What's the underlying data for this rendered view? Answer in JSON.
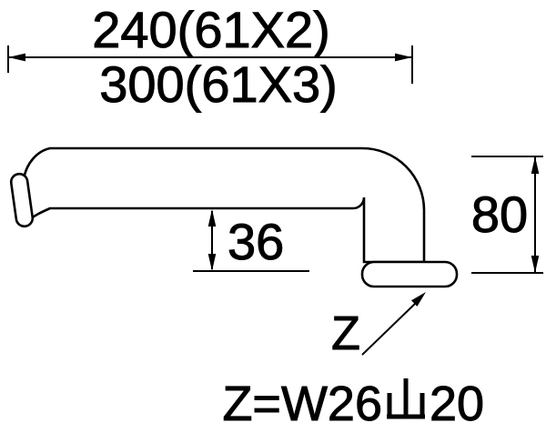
{
  "colors": {
    "line": "#000000",
    "background": "#ffffff"
  },
  "diagram": {
    "type": "technical-drawing",
    "subject": "bent-swivel-spout-pipe",
    "labels": {
      "length_option_1": "240(61X2)",
      "length_option_2": "300(61X3)",
      "tip_height": "36",
      "bend_height": "80",
      "thread_pointer": "Z",
      "thread_spec_full": "Z=W26山20",
      "thread_spec_prefix": "Z=W26",
      "thread_spec_kanji": "山",
      "thread_spec_suffix": "20"
    }
  }
}
